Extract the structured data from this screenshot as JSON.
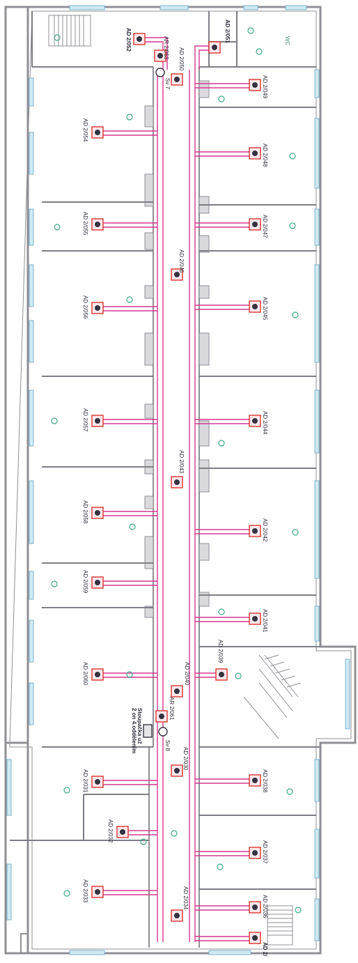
{
  "colors": {
    "wall": "#8f8f96",
    "wall_fill": "#d9d9de",
    "window": "#9fd0e6",
    "duct": "#d6378f",
    "device_box": "#d9362f",
    "device_fill": "#fde8ee",
    "device_dot": "#333340",
    "room_marker": "#3fa88a",
    "text": "#2c2c3a"
  },
  "labels": {
    "ad2052": "AD 2/052",
    "ar2053": "AR 2/053",
    "ad2050": "AD 2/050",
    "ad2051": "AD 2/051",
    "wc": "WC",
    "sv7": "Sv 7",
    "ad2049": "AD 2/049",
    "ad2054": "AD 2/054",
    "ad2048": "AD 2/048",
    "ad2055": "AD 2/055",
    "ad2047": "AD 2/047",
    "ad2046": "AD 2/046",
    "ad2056": "AD 2/056",
    "ad2045": "AD 2/045",
    "ad2057": "AD 2/057",
    "ad2044": "AD 2/044",
    "ad2043": "AD 2/043",
    "ad2058": "AD 2/058",
    "ad2042": "AD 2/042",
    "ad2059": "AD 2/059",
    "ad2041": "AD 2/041",
    "ad2060": "AD 2/060",
    "ad2040": "AD 2/040",
    "ad2039": "AD 2/039",
    "ar2061": "AR 2/061",
    "sv8": "Sv 8",
    "note_line1": "Stoupačka už",
    "note_line2": "2 on 4.oddělením",
    "ad2030": "AD 2/030",
    "ad2031": "AD 2/031",
    "ad2038": "AD 2/038",
    "ad2032": "AD 2/032",
    "ad2037": "AD 2/037",
    "ad2033": "AD 2/033",
    "ad2034": "AD 2/034",
    "ad2036": "AD 2/036",
    "ad2035": "AD 2/"
  }
}
